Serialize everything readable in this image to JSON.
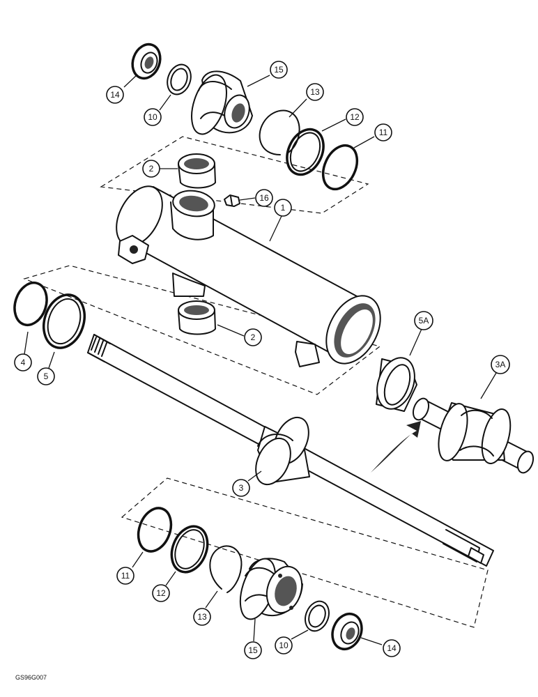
{
  "figure_code": "GS96G007",
  "callouts": {
    "c14_top": "14",
    "c10_top": "10",
    "c15_top": "15",
    "c13_top": "13",
    "c12_top": "12",
    "c11_top": "11",
    "c2_top": "2",
    "c16": "16",
    "c1": "1",
    "c2_bottom": "2",
    "c4": "4",
    "c5": "5",
    "c5a": "5A",
    "c3a": "3A",
    "c3": "3",
    "c11_bottom": "11",
    "c12_bottom": "12",
    "c13_bottom": "13",
    "c15_bottom": "15",
    "c10_bottom": "10",
    "c14_bottom": "14"
  }
}
